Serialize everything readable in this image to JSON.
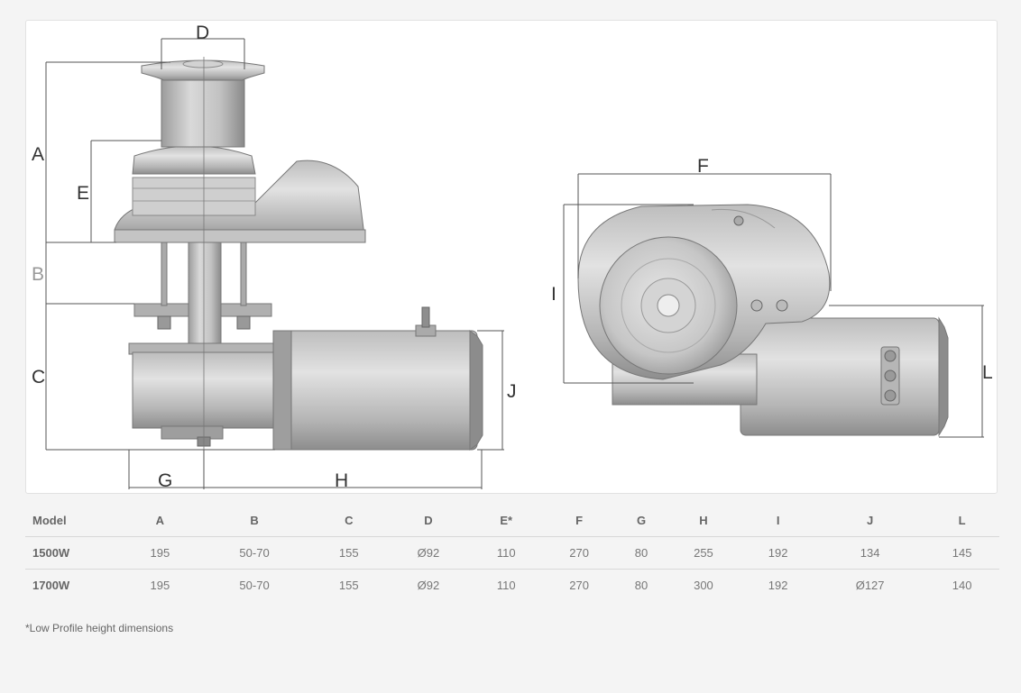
{
  "labels": {
    "A": "A",
    "B": "B",
    "C": "C",
    "D": "D",
    "E": "E",
    "F": "F",
    "G": "G",
    "H": "H",
    "I": "I",
    "J": "J",
    "L": "L"
  },
  "table": {
    "headers": [
      "Model",
      "A",
      "B",
      "C",
      "D",
      "E*",
      "F",
      "G",
      "H",
      "I",
      "J",
      "L"
    ],
    "rows": [
      [
        "1500W",
        "195",
        "50-70",
        "155",
        "Ø92",
        "110",
        "270",
        "80",
        "255",
        "192",
        "134",
        "145"
      ],
      [
        "1700W",
        "195",
        "50-70",
        "155",
        "Ø92",
        "110",
        "270",
        "80",
        "300",
        "192",
        "Ø127",
        "140"
      ]
    ]
  },
  "footnote": "*Low Profile height dimensions"
}
